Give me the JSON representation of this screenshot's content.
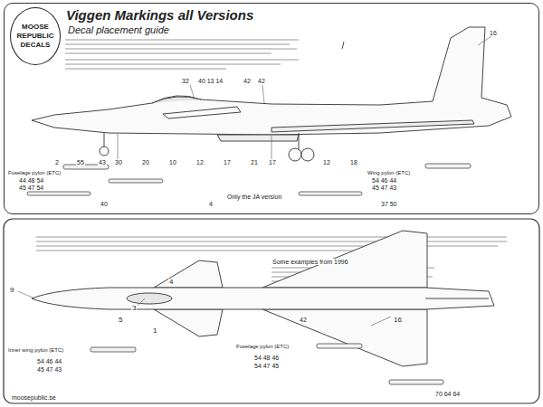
{
  "diagram": {
    "nodes": [
      {
        "text": [
          "Viggen Markings all Versions",
          "Decal placement guide"
        ]
      },
      {
        "text": [
          "MOOSE REPUBLIC DECALS"
        ],
        "in": 0
      }
    ],
    "labels": [
      "32",
      "40 13 14",
      "42",
      "42",
      "16",
      "2",
      "55",
      "43",
      "30",
      "20",
      "10",
      "12",
      "17",
      "21",
      "17",
      "12",
      "18",
      "Fuselage pylon (ETC)",
      "44 48 54",
      "45 47 54",
      "Wing pylon (ETC)",
      "54 46 44",
      "45 47 43",
      "Only the JA version",
      "40",
      "4",
      "37 50",
      "Some examples from 1996",
      "42",
      "9",
      "3",
      "4",
      "5",
      "1",
      "16",
      "Inner wing pylon (ETC)",
      "54 46 44",
      "45 47 43",
      "Fuselage pylon (ETC)",
      "54 48 46",
      "54 47 45",
      "70 64 64",
      "moosepublic.se"
    ]
  }
}
